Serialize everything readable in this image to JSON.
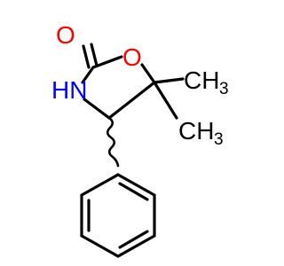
{
  "molecule": {
    "atoms": {
      "carbonyl_oxygen": "O",
      "ring_oxygen": "O",
      "nitrogen": "HN",
      "methyl_top": {
        "main": "CH",
        "sub": "3"
      },
      "methyl_bottom": {
        "main": "CH",
        "sub": "3"
      }
    },
    "colors": {
      "oxygen": "#ff0000",
      "nitrogen": "#0000ff",
      "carbon": "#000000",
      "background": "#ffffff"
    }
  }
}
